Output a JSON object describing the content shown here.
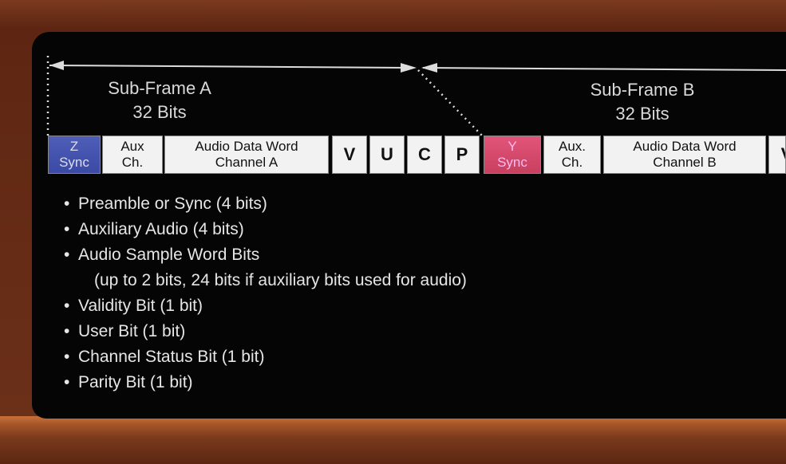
{
  "sub_frame_a": {
    "title": "Sub-Frame A",
    "bits": "32 Bits"
  },
  "sub_frame_b": {
    "title": "Sub-Frame B",
    "bits": "32 Bits"
  },
  "cells": {
    "z_sync": [
      "Z",
      "Sync"
    ],
    "aux_a": [
      "Aux",
      "Ch."
    ],
    "audio_a": [
      "Audio Data Word",
      "Channel A"
    ],
    "v": "V",
    "u": "U",
    "c": "C",
    "p": "P",
    "y_sync": [
      "Y",
      "Sync"
    ],
    "aux_b": [
      "Aux.",
      "Ch."
    ],
    "audio_b": [
      "Audio Data Word",
      "Channel B"
    ],
    "v_b": "V"
  },
  "bullets": [
    "Preamble or Sync (4 bits)",
    "Auxiliary Audio (4 bits)",
    "Audio Sample Word Bits",
    "Validity Bit (1 bit)",
    "User Bit (1 bit)",
    "Channel Status Bit (1 bit)",
    "Parity Bit (1 bit)"
  ],
  "audio_note": "(up to 2 bits, 24 bits if auxiliary bits used for audio)",
  "bullet_glyph": "•",
  "colors": {
    "z_sync": "#4252ad",
    "y_sync": "#d54a6c",
    "panel": "#050505"
  }
}
